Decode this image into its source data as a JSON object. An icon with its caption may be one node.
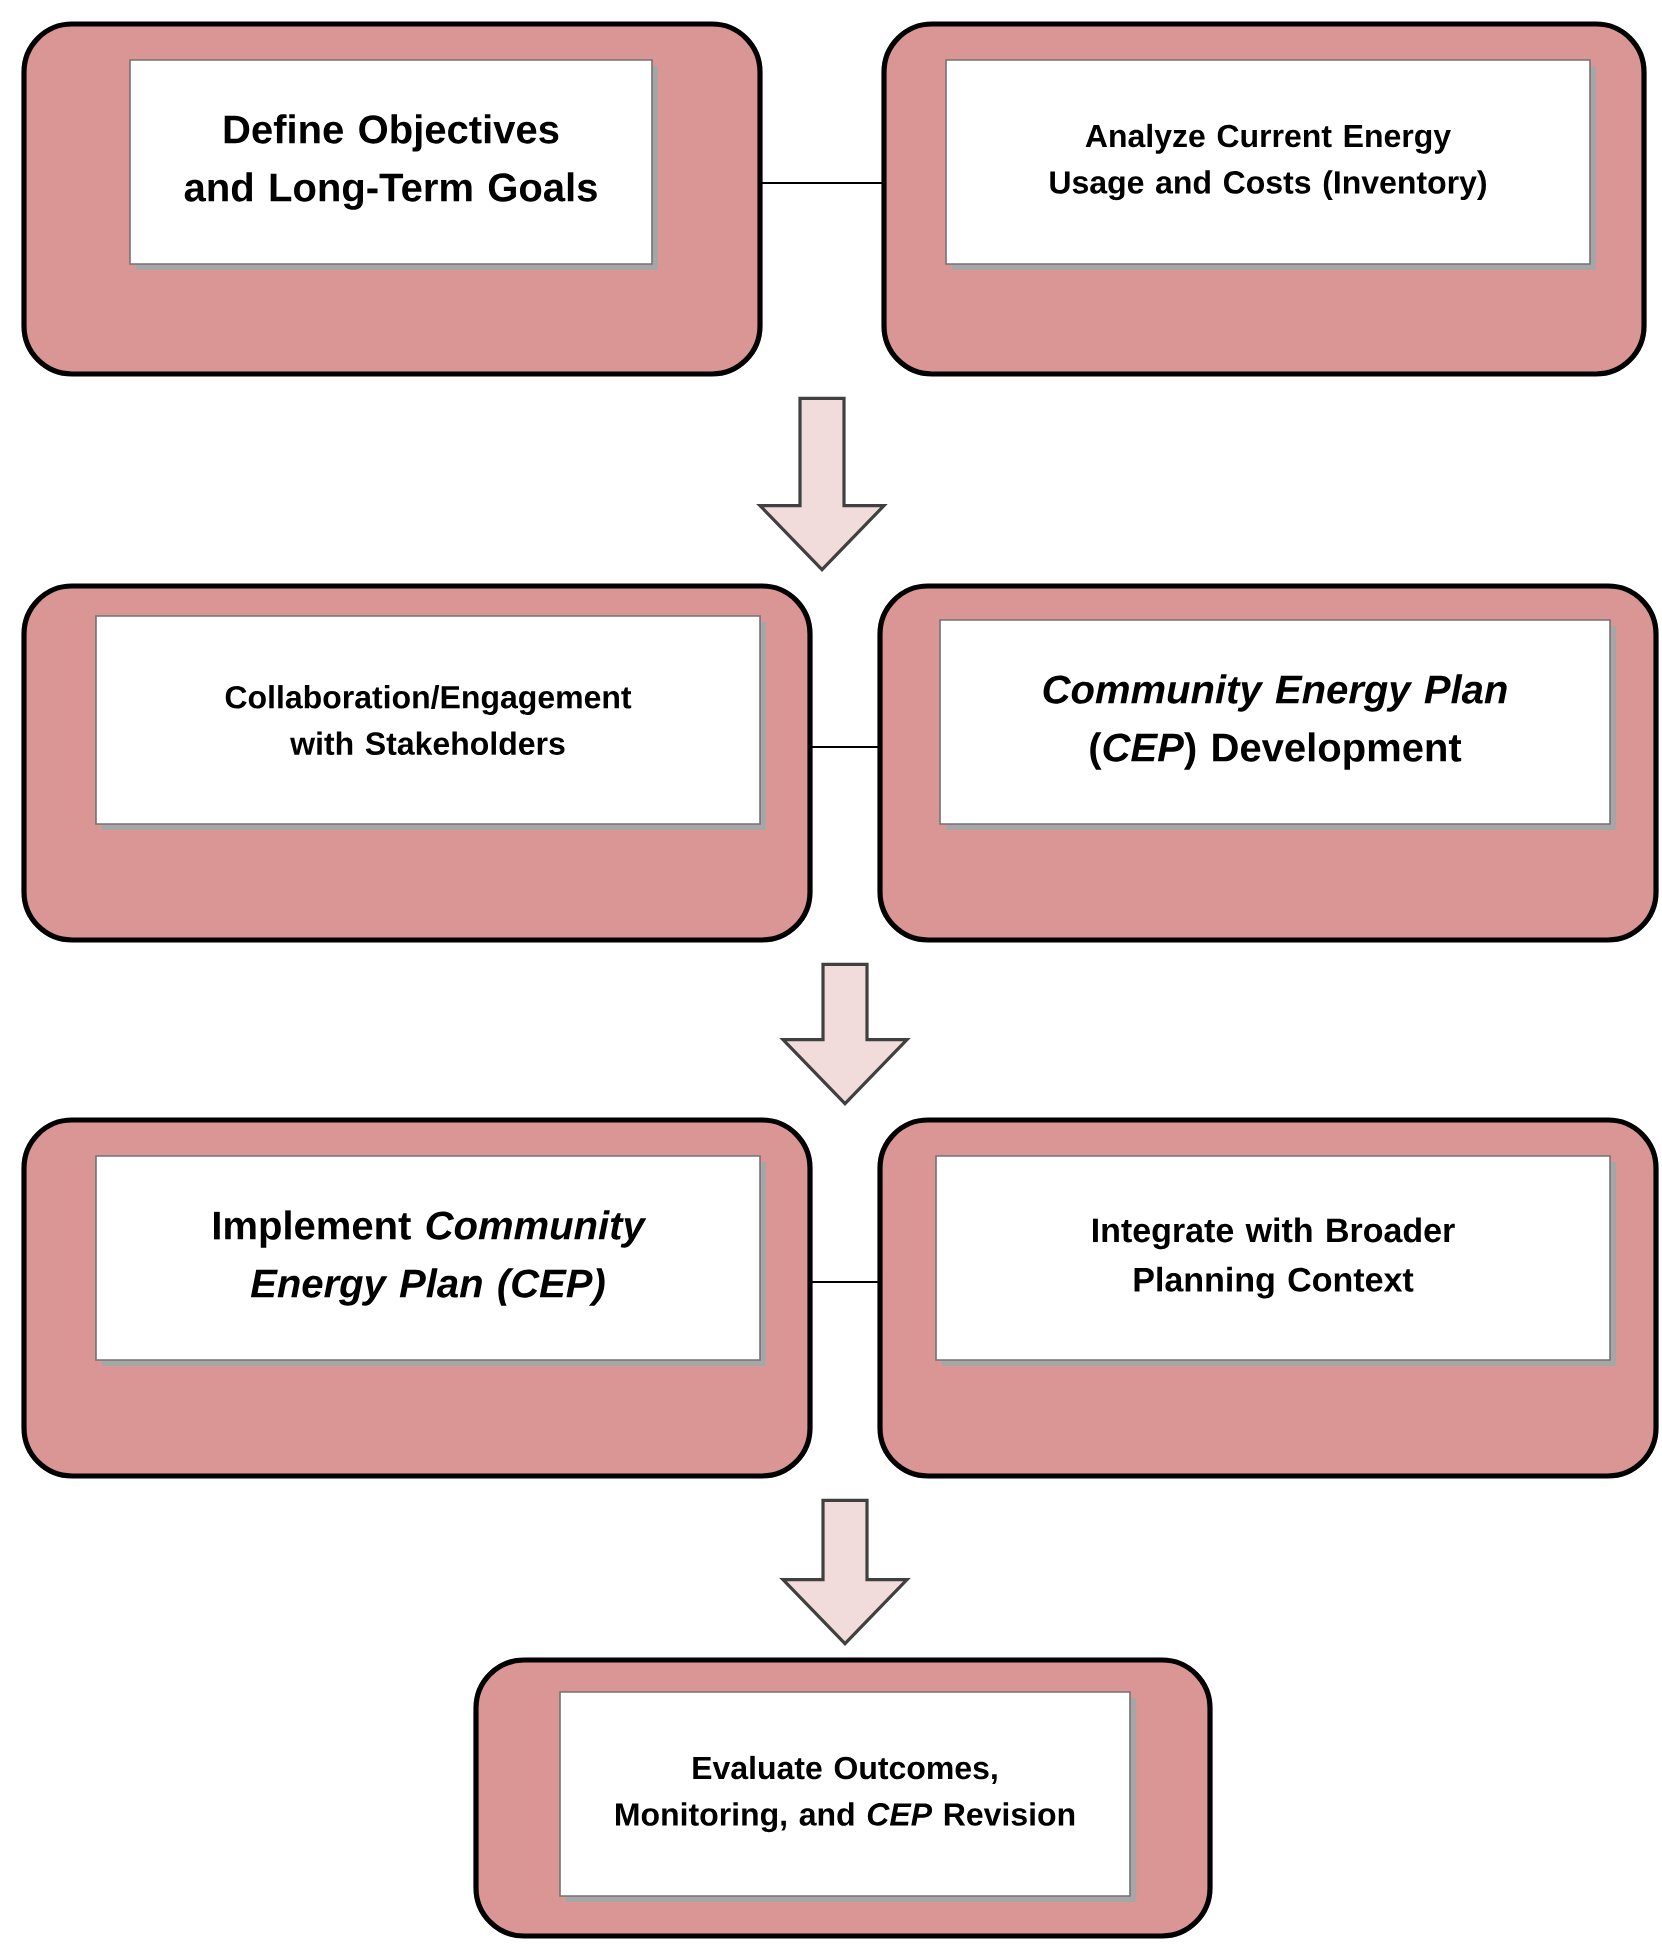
{
  "diagram": {
    "nodes": [
      {
        "text": [
          "Define Objectives and Long-Term Goals"
        ]
      },
      {
        "text": [
          "Analyze Current Energy Usage and Costs (Inventory)"
        ]
      },
      {
        "text": [
          "Collaboration/Engagement with Stakeholders"
        ]
      },
      {
        "text": [
          "*Community Energy Plan* (*CEP*) Development"
        ]
      },
      {
        "text": [
          "Implement *Community Energy Plan (CEP)*"
        ]
      },
      {
        "text": [
          "Integrate with Broader Planning Context"
        ]
      },
      {
        "text": [
          "Evaluate Outcomes, Monitoring, and *CEP* Revision"
        ]
      }
    ],
    "edges": [
      {
        "from": 0,
        "to": 1,
        "arrow": "none"
      },
      {
        "from": 0,
        "to": 2,
        "arrow": "to",
        "style": "thick"
      },
      {
        "from": 2,
        "to": 3,
        "arrow": "none"
      },
      {
        "from": 2,
        "to": 4,
        "arrow": "to",
        "style": "thick"
      },
      {
        "from": 4,
        "to": 5,
        "arrow": "none"
      },
      {
        "from": 4,
        "to": 6,
        "arrow": "to",
        "style": "thick"
      }
    ]
  }
}
